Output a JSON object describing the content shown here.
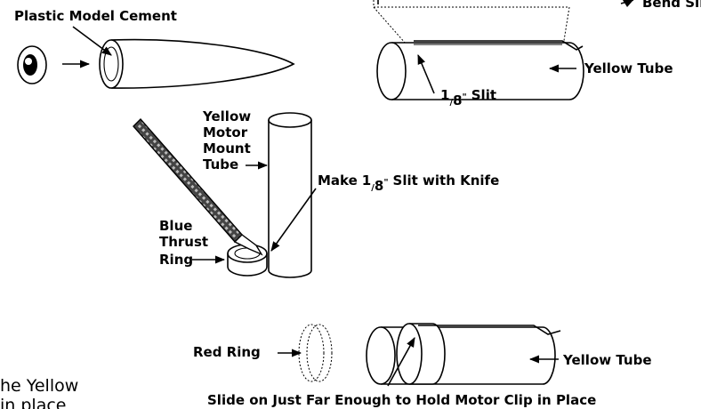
{
  "labels": {
    "plastic_model_cement": "Plastic Model Cement",
    "bend_slightly": "Bend Slightly",
    "yellow_tube_top": "Yellow Tube",
    "slit_frac_num": "1",
    "slit_frac_den": "8",
    "slit_top_suffix": "Slit",
    "yellow_motor_mount_line1": "Yellow",
    "yellow_motor_mount_line2": "Motor",
    "yellow_motor_mount_line3": "Mount",
    "yellow_motor_mount_line4": "Tube",
    "make_slit_prefix": "Make",
    "make_slit_suffix": "Slit with Knife",
    "blue_thrust_line1": "Blue",
    "blue_thrust_line2": "Thrust",
    "blue_thrust_line3": "Ring",
    "red_ring": "Red Ring",
    "yellow_tube_bottom": "Yellow Tube",
    "slide_on": "Slide on Just Far Enough to Hold Motor Clip in Place"
  },
  "body_text": {
    "line1": "he Yellow",
    "line2": "in place"
  }
}
